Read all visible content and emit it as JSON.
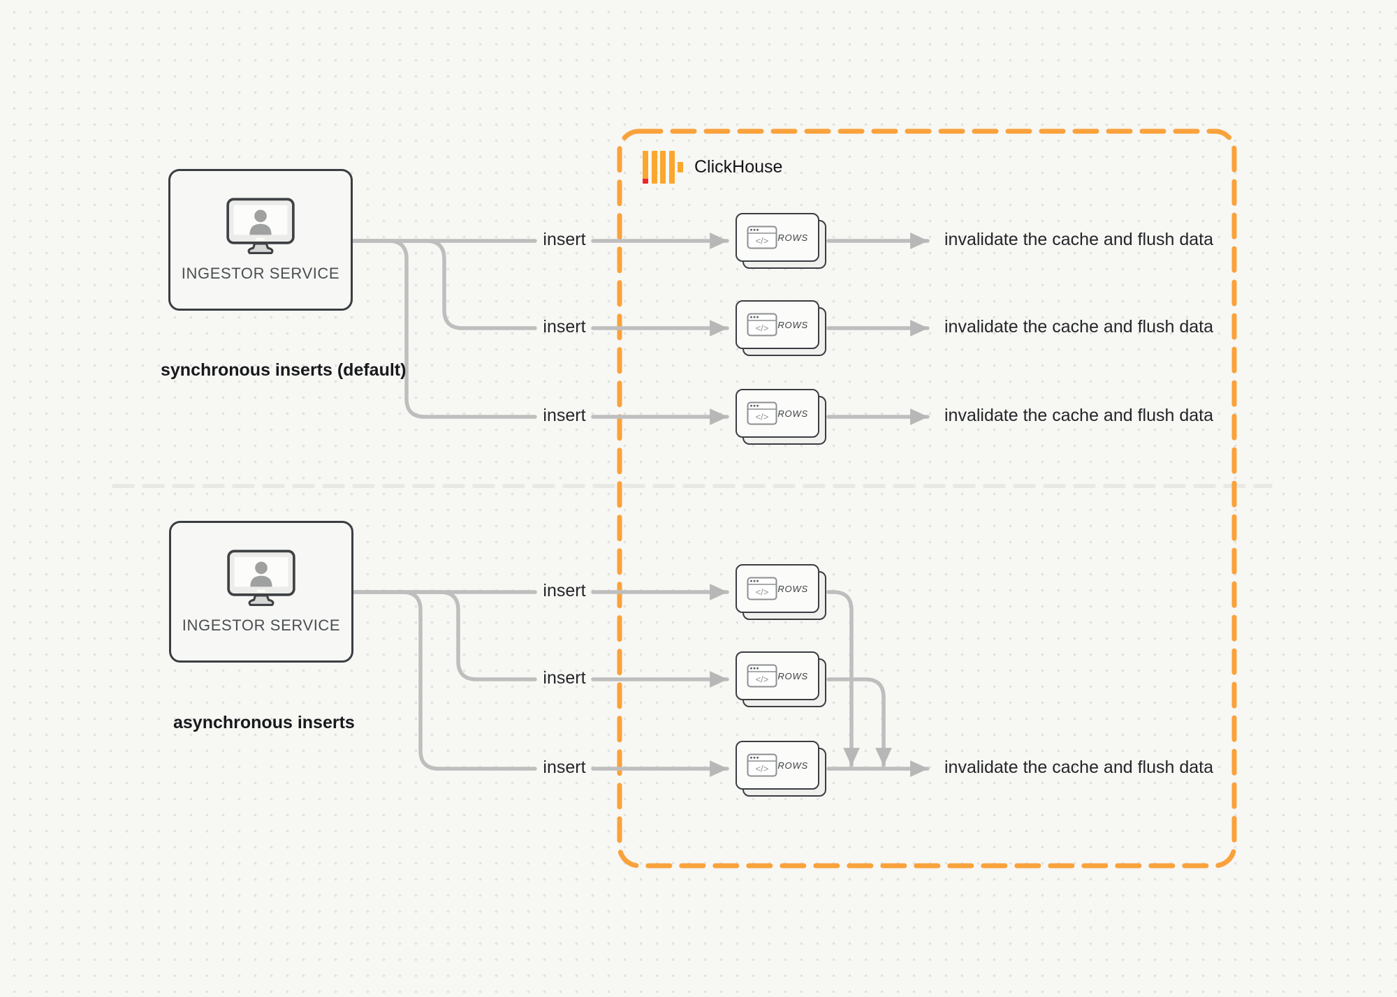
{
  "colors": {
    "accent_orange": "#F9A23C",
    "logo_red": "#F0262B",
    "logo_yellow": "#FAA72E",
    "wire_gray": "#BEBEBE",
    "box_border": "#3A3E41",
    "background": "#F7F7F4"
  },
  "icons": {
    "workstation": "user-workstation-icon",
    "code_window": "code-window-icon",
    "clickhouse": "clickhouse-logo"
  },
  "shared": {
    "code_glyph": "</>"
  },
  "clickhouse": {
    "logo_text": "ClickHouse"
  },
  "sync": {
    "service_label": "INGESTOR SERVICE",
    "caption": "synchronous inserts (default)",
    "flows": [
      {
        "insert_label": "insert",
        "card_label": "ROWS",
        "result_label": "invalidate the cache and flush data"
      },
      {
        "insert_label": "insert",
        "card_label": "ROWS",
        "result_label": "invalidate the cache and flush data"
      },
      {
        "insert_label": "insert",
        "card_label": "ROWS",
        "result_label": "invalidate the cache and flush data"
      }
    ]
  },
  "async": {
    "service_label": "INGESTOR SERVICE",
    "caption": "asynchronous inserts",
    "flows": [
      {
        "insert_label": "insert",
        "card_label": "ROWS"
      },
      {
        "insert_label": "insert",
        "card_label": "ROWS"
      },
      {
        "insert_label": "insert",
        "card_label": "ROWS",
        "result_label": "invalidate the cache and flush data"
      }
    ]
  }
}
